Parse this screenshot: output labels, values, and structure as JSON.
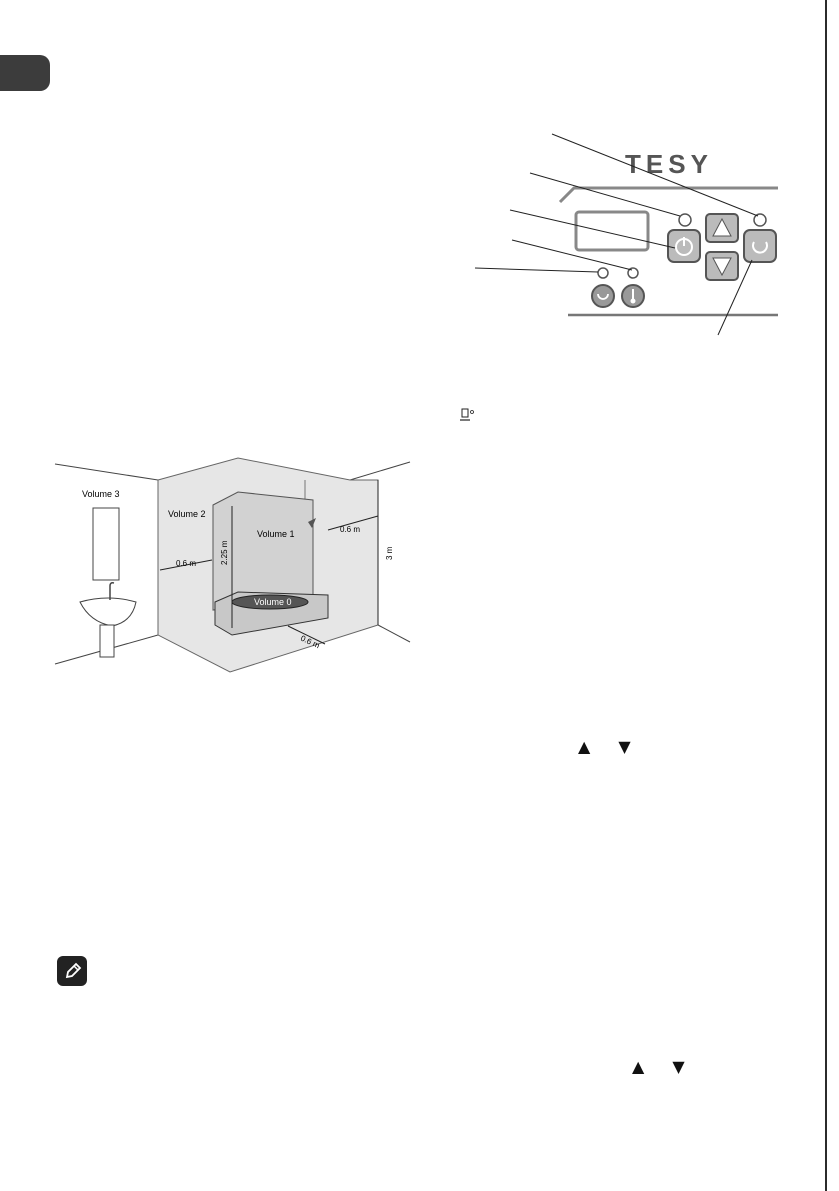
{
  "bathroom": {
    "volume3": "Volume 3",
    "volume2": "Volume 2",
    "volume1": "Volume 1",
    "volume0": "Volume 0",
    "dim_left": "0.6 m",
    "dim_height_inner": "2.25 m",
    "dim_right": "0.6 m",
    "dim_height_total": "3 m",
    "dim_front": "0.6 m"
  },
  "panel": {
    "brand": "TESY"
  },
  "icons": {
    "note": "pencil-icon",
    "arrow_up": "▲",
    "arrow_down": "▼"
  }
}
